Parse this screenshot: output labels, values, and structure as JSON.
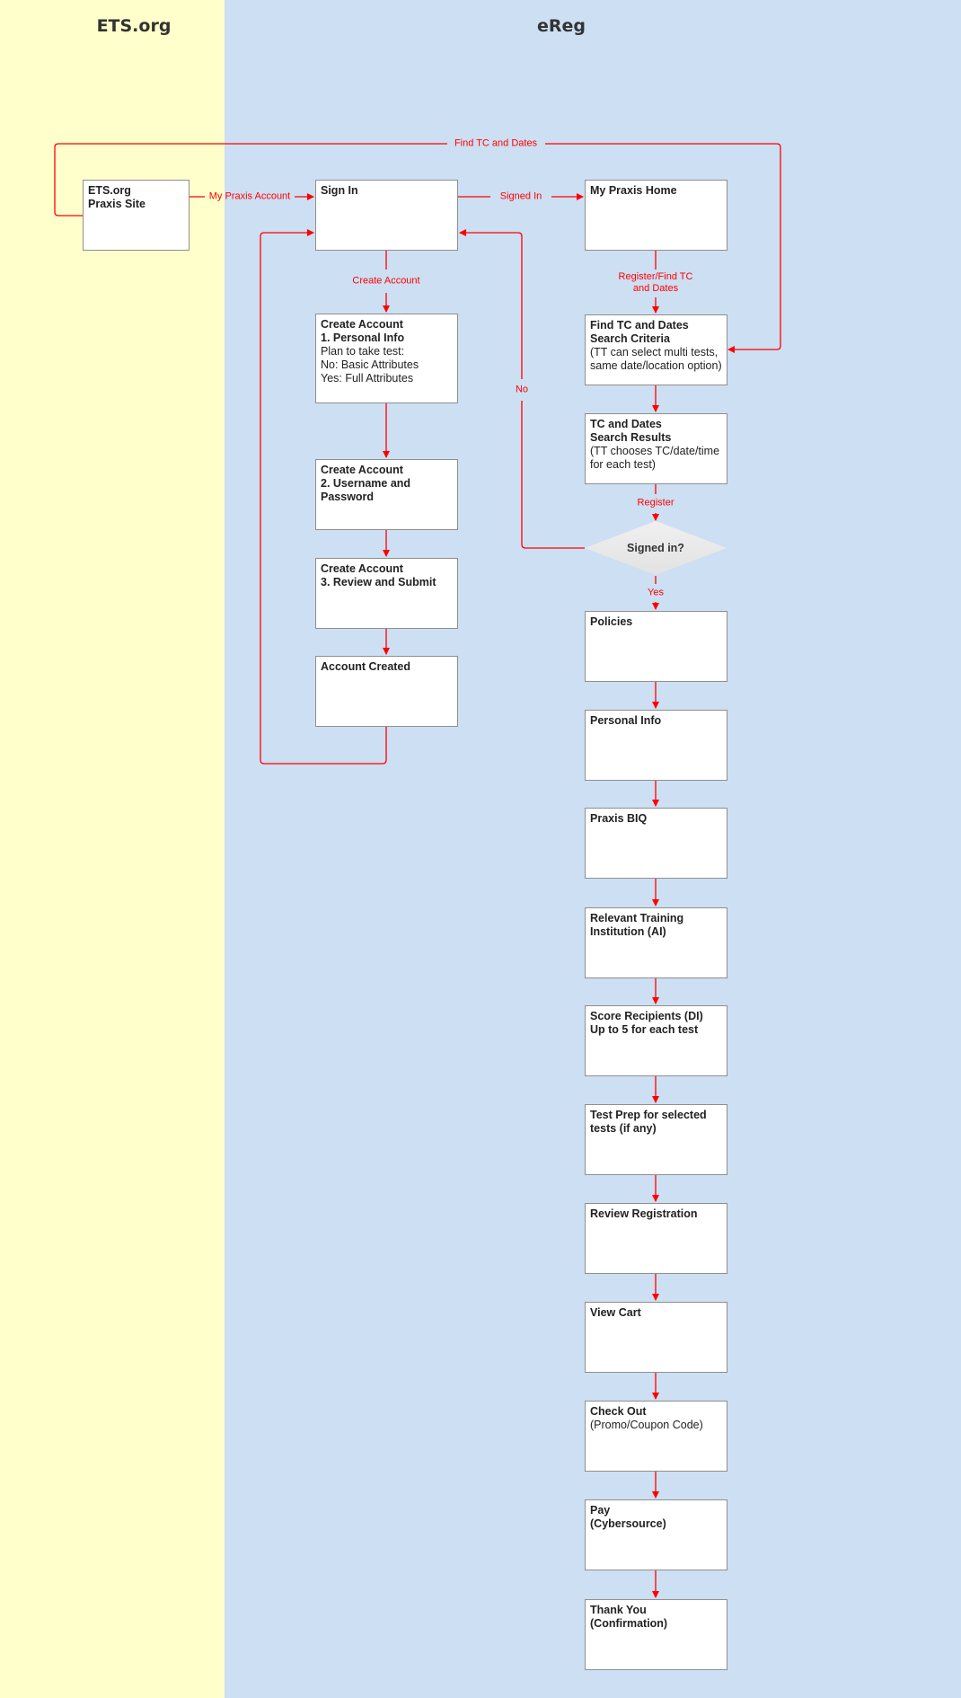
{
  "lanes": {
    "ets": "ETS.org",
    "ereg": "eReg"
  },
  "colors": {
    "ets_lane": "#ffffcc",
    "ereg_lane": "#cddff2",
    "connector": "#ff0000"
  },
  "boxes": {
    "ets_site": {
      "title": "ETS.org\nPraxis Site",
      "body": ""
    },
    "sign_in": {
      "title": "Sign In",
      "body": ""
    },
    "my_praxis_home": {
      "title": "My Praxis Home",
      "body": ""
    },
    "ca_personal": {
      "title": "Create Account\n1. Personal Info",
      "body": "Plan to take test:\nNo:  Basic Attributes\nYes: Full Attributes"
    },
    "ca_username": {
      "title": "Create Account\n2. Username and\nPassword",
      "body": ""
    },
    "ca_review": {
      "title": "Create Account\n3. Review and Submit",
      "body": ""
    },
    "account_created": {
      "title": "Account Created",
      "body": ""
    },
    "find_tc": {
      "title": "Find TC and Dates\nSearch Criteria",
      "body": "(TT can select multi tests,\nsame date/location option)"
    },
    "tc_results": {
      "title": "TC and Dates\nSearch Results",
      "body": "(TT chooses TC/date/time\nfor each test)"
    },
    "policies": {
      "title": "Policies",
      "body": ""
    },
    "personal_info": {
      "title": "Personal Info",
      "body": ""
    },
    "praxis_biq": {
      "title": "Praxis BIQ",
      "body": ""
    },
    "training_inst": {
      "title": "Relevant Training\nInstitution (AI)",
      "body": ""
    },
    "score_recipients": {
      "title": "Score Recipients (DI)\nUp to 5 for each test",
      "body": ""
    },
    "test_prep": {
      "title": "Test Prep for selected\ntests (if any)",
      "body": ""
    },
    "review_reg": {
      "title": "Review Registration",
      "body": ""
    },
    "view_cart": {
      "title": "View Cart",
      "body": ""
    },
    "check_out": {
      "title": "Check Out",
      "body": "(Promo/Coupon Code)"
    },
    "pay": {
      "title": "Pay\n(Cybersource)",
      "body": ""
    },
    "thank_you": {
      "title": "Thank You (Confirmation)",
      "body": ""
    }
  },
  "decision": {
    "label": "Signed in?"
  },
  "connector_labels": {
    "find_tc_dates": "Find TC and Dates",
    "my_praxis_account": "My Praxis Account",
    "signed_in": "Signed In",
    "create_account": "Create Account",
    "register_find": "Register/Find TC\nand Dates",
    "no": "No",
    "register": "Register",
    "yes": "Yes"
  }
}
